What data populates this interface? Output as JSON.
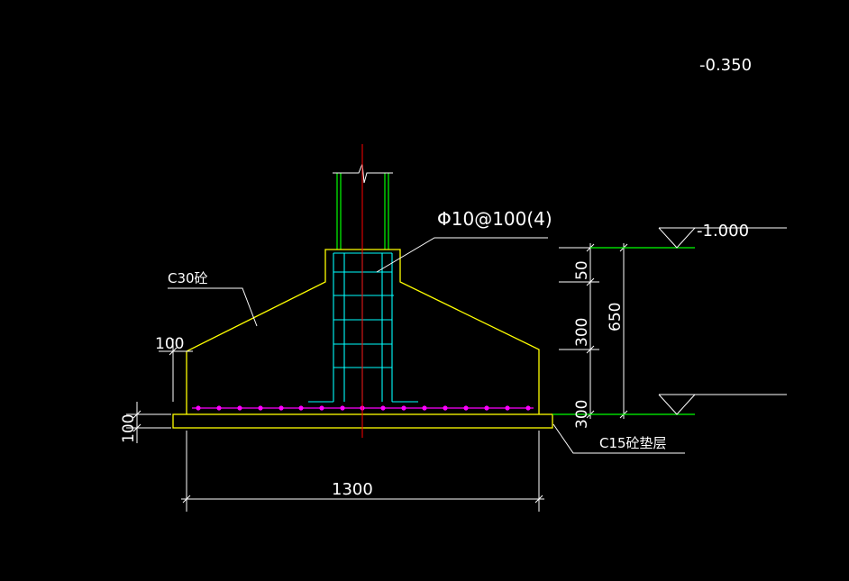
{
  "drawing": {
    "top_elevation": "-0.350",
    "right_elevation": "-1.000",
    "stirrup_note": "Φ10@100(4)",
    "concrete_label": "C30砼",
    "cushion_label": "C15砼垫层",
    "dim_base_width": "1300",
    "dim_cushion_thickness": "100",
    "dim_edge_height": "100",
    "dim_top_step": "50",
    "dim_slope_height": "300",
    "dim_bottom_step": "300",
    "dim_total_height": "650"
  },
  "colors": {
    "background": "#000000",
    "concrete_outline": "#ffff00",
    "rebar": "#00ffff",
    "column_outline": "#00ff00",
    "centerline": "#ff0000",
    "bottom_bars": "#ff00ff",
    "dimension": "#ffffff",
    "grade_line": "#00ff00"
  }
}
